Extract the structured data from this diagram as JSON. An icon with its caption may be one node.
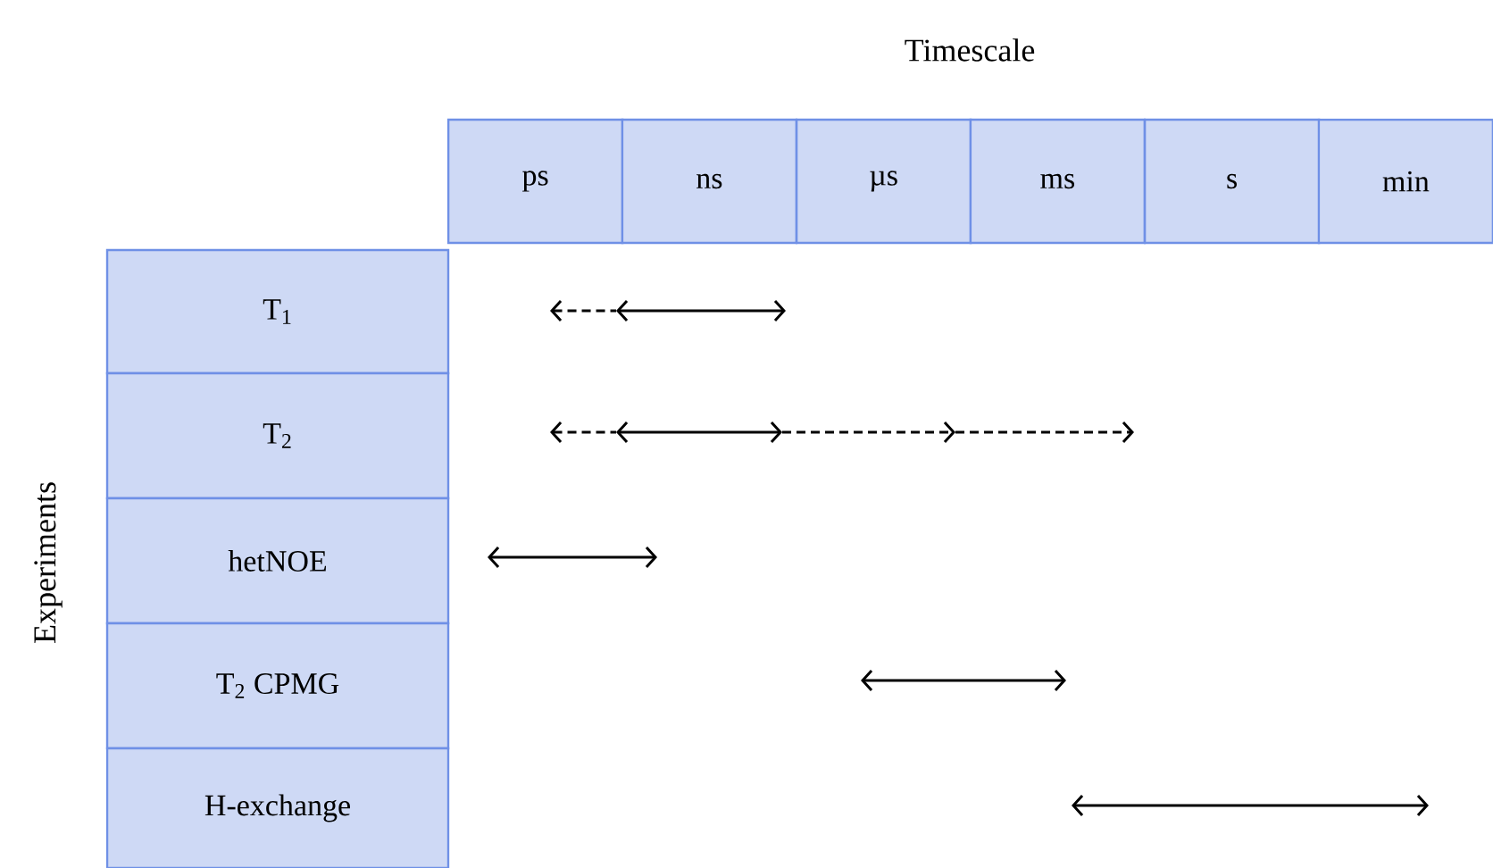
{
  "diagram": {
    "nodes": [
      {
        "text": [
          "ps"
        ]
      },
      {
        "text": [
          "ns"
        ]
      },
      {
        "text": [
          "µs"
        ]
      },
      {
        "text": [
          "ms"
        ]
      },
      {
        "text": [
          "s"
        ]
      },
      {
        "text": [
          "min"
        ]
      },
      {
        "text": [
          "T$_{1}$"
        ]
      },
      {
        "text": [
          "T$_{2}$"
        ]
      },
      {
        "text": [
          "hetNOE"
        ]
      },
      {
        "text": [
          "T$_{2}$ CPMG"
        ]
      },
      {
        "text": [
          "H-exchange"
        ]
      }
    ],
    "edges": [],
    "labels": [
      "Timescale",
      "Experiments"
    ]
  }
}
